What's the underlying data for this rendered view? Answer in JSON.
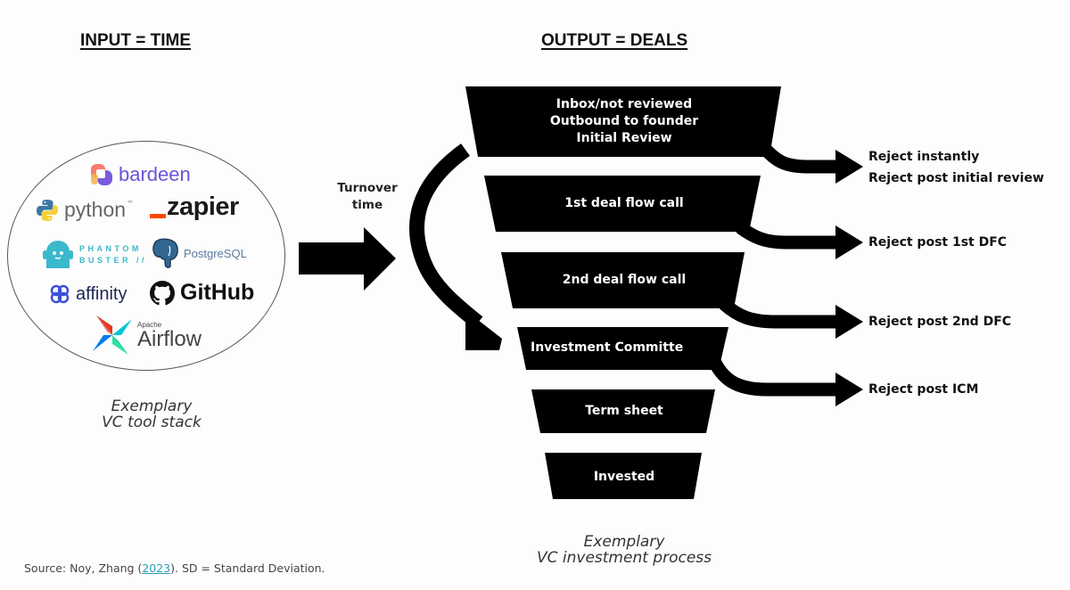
{
  "headings": {
    "input": "INPUT = TIME",
    "output": "OUTPUT = DEALS"
  },
  "tool_stack": {
    "logos": [
      {
        "name": "bardeen",
        "label": "bardeen",
        "icon": "bardeen-logo-icon",
        "color": "#6b55d6"
      },
      {
        "name": "python",
        "label": "python",
        "trademark": "™",
        "icon": "python-logo-icon",
        "color": "#666666"
      },
      {
        "name": "zapier",
        "label": "zapier",
        "icon": "zapier-underscore-icon",
        "color": "#ff4a00"
      },
      {
        "name": "phantombuster",
        "label_line1": "PHANTOM",
        "label_line2": "BUSTER //",
        "icon": "phantombuster-ghost-icon",
        "color": "#3ab8cc"
      },
      {
        "name": "postgresql",
        "label": "PostgreSQL",
        "icon": "postgresql-elephant-icon",
        "color": "#336791"
      },
      {
        "name": "affinity",
        "label": "affinity",
        "icon": "affinity-knot-icon",
        "color": "#3b4fd8"
      },
      {
        "name": "github",
        "label": "GitHub",
        "icon": "github-octocat-icon",
        "color": "#111111"
      },
      {
        "name": "airflow",
        "label_small": "Apache",
        "label": "Airflow",
        "icon": "airflow-pinwheel-icon",
        "color": "#017cee"
      }
    ],
    "caption_line1": "Exemplary",
    "caption_line2": "VC tool stack"
  },
  "turnover": {
    "line1": "Turnover",
    "line2": "time"
  },
  "funnel": {
    "stages": [
      {
        "lines": [
          "Inbox/not reviewed",
          "Outbound to founder",
          "Initial Review"
        ]
      },
      {
        "lines": [
          "1st deal flow call"
        ]
      },
      {
        "lines": [
          "2nd deal flow call"
        ]
      },
      {
        "lines": [
          "Investment Committe"
        ]
      },
      {
        "lines": [
          "Term sheet"
        ]
      },
      {
        "lines": [
          "Invested"
        ]
      }
    ],
    "rejects": [
      {
        "lines": [
          "Reject instantly",
          "Reject post initial review"
        ]
      },
      {
        "lines": [
          "Reject post 1st DFC"
        ]
      },
      {
        "lines": [
          "Reject post 2nd DFC"
        ]
      },
      {
        "lines": [
          "Reject post ICM"
        ]
      }
    ],
    "caption_line1": "Exemplary",
    "caption_line2": "VC investment process"
  },
  "source": {
    "prefix": "Source: Noy, Zhang (",
    "link": "2023",
    "suffix": "). SD = Standard Deviation."
  },
  "colors": {
    "shape_fill": "#000000",
    "stage_text": "#ffffff",
    "link": "#2a9fb8"
  }
}
